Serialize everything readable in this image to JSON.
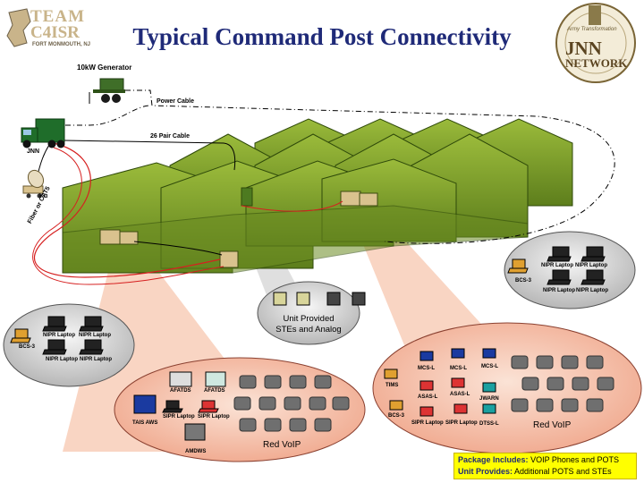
{
  "title": "Typical Command Post Connectivity",
  "logos": {
    "left": {
      "line1": "TEAM",
      "line2": "C4ISR",
      "location": "FORT MONMOUTH, NJ"
    },
    "right": {
      "arc": "Army Transformation",
      "line1": "JNN",
      "line2": "NETWORK"
    }
  },
  "labels": {
    "generator": "10kW Generator",
    "power_cable": "Power Cable",
    "pair_cable": "26 Pair Cable",
    "jnn": "JNN",
    "ku": "Ku",
    "fiber": "Fiber or CAT5"
  },
  "left_cluster": {
    "device": "BCS-3",
    "laptops": [
      "NIPR Laptop",
      "NIPR Laptop",
      "NIPR Laptop",
      "NIPR Laptop"
    ]
  },
  "right_cluster": {
    "device": "BCS-3",
    "laptops": [
      "NIPR Laptop",
      "NIPR Laptop",
      "NIPR Laptop",
      "NIPR Laptop"
    ]
  },
  "phone_cluster": {
    "caption_line1": "Unit Provided",
    "caption_line2": "STEs and Analog"
  },
  "bottom_center": {
    "items": [
      "AFATDS",
      "AFATDS",
      "SIPR Laptop",
      "SIPR Laptop",
      "TAIS AWS",
      "AMDWS"
    ],
    "voip": "Red VoIP"
  },
  "bottom_right": {
    "items": [
      "MCS-L",
      "MCS-L",
      "MCS-L",
      "TIMS",
      "ASAS-L",
      "ASAS-L",
      "JWARN",
      "BCS-3",
      "SIPR Laptop",
      "SIPR Laptop",
      "DTSS-L"
    ],
    "voip": "Red VoIP"
  },
  "package": {
    "includes_label": "Package Includes:",
    "includes_value": "VOIP Phones and POTS",
    "provides_label": "Unit Provides:",
    "provides_value": "Additional POTS and STEs"
  },
  "colors": {
    "title": "#1f2a78",
    "tent": "#7a9a2a",
    "cone": "#f7c6ad",
    "ellipse": "#f3b8a1",
    "package": "#ffff00"
  }
}
